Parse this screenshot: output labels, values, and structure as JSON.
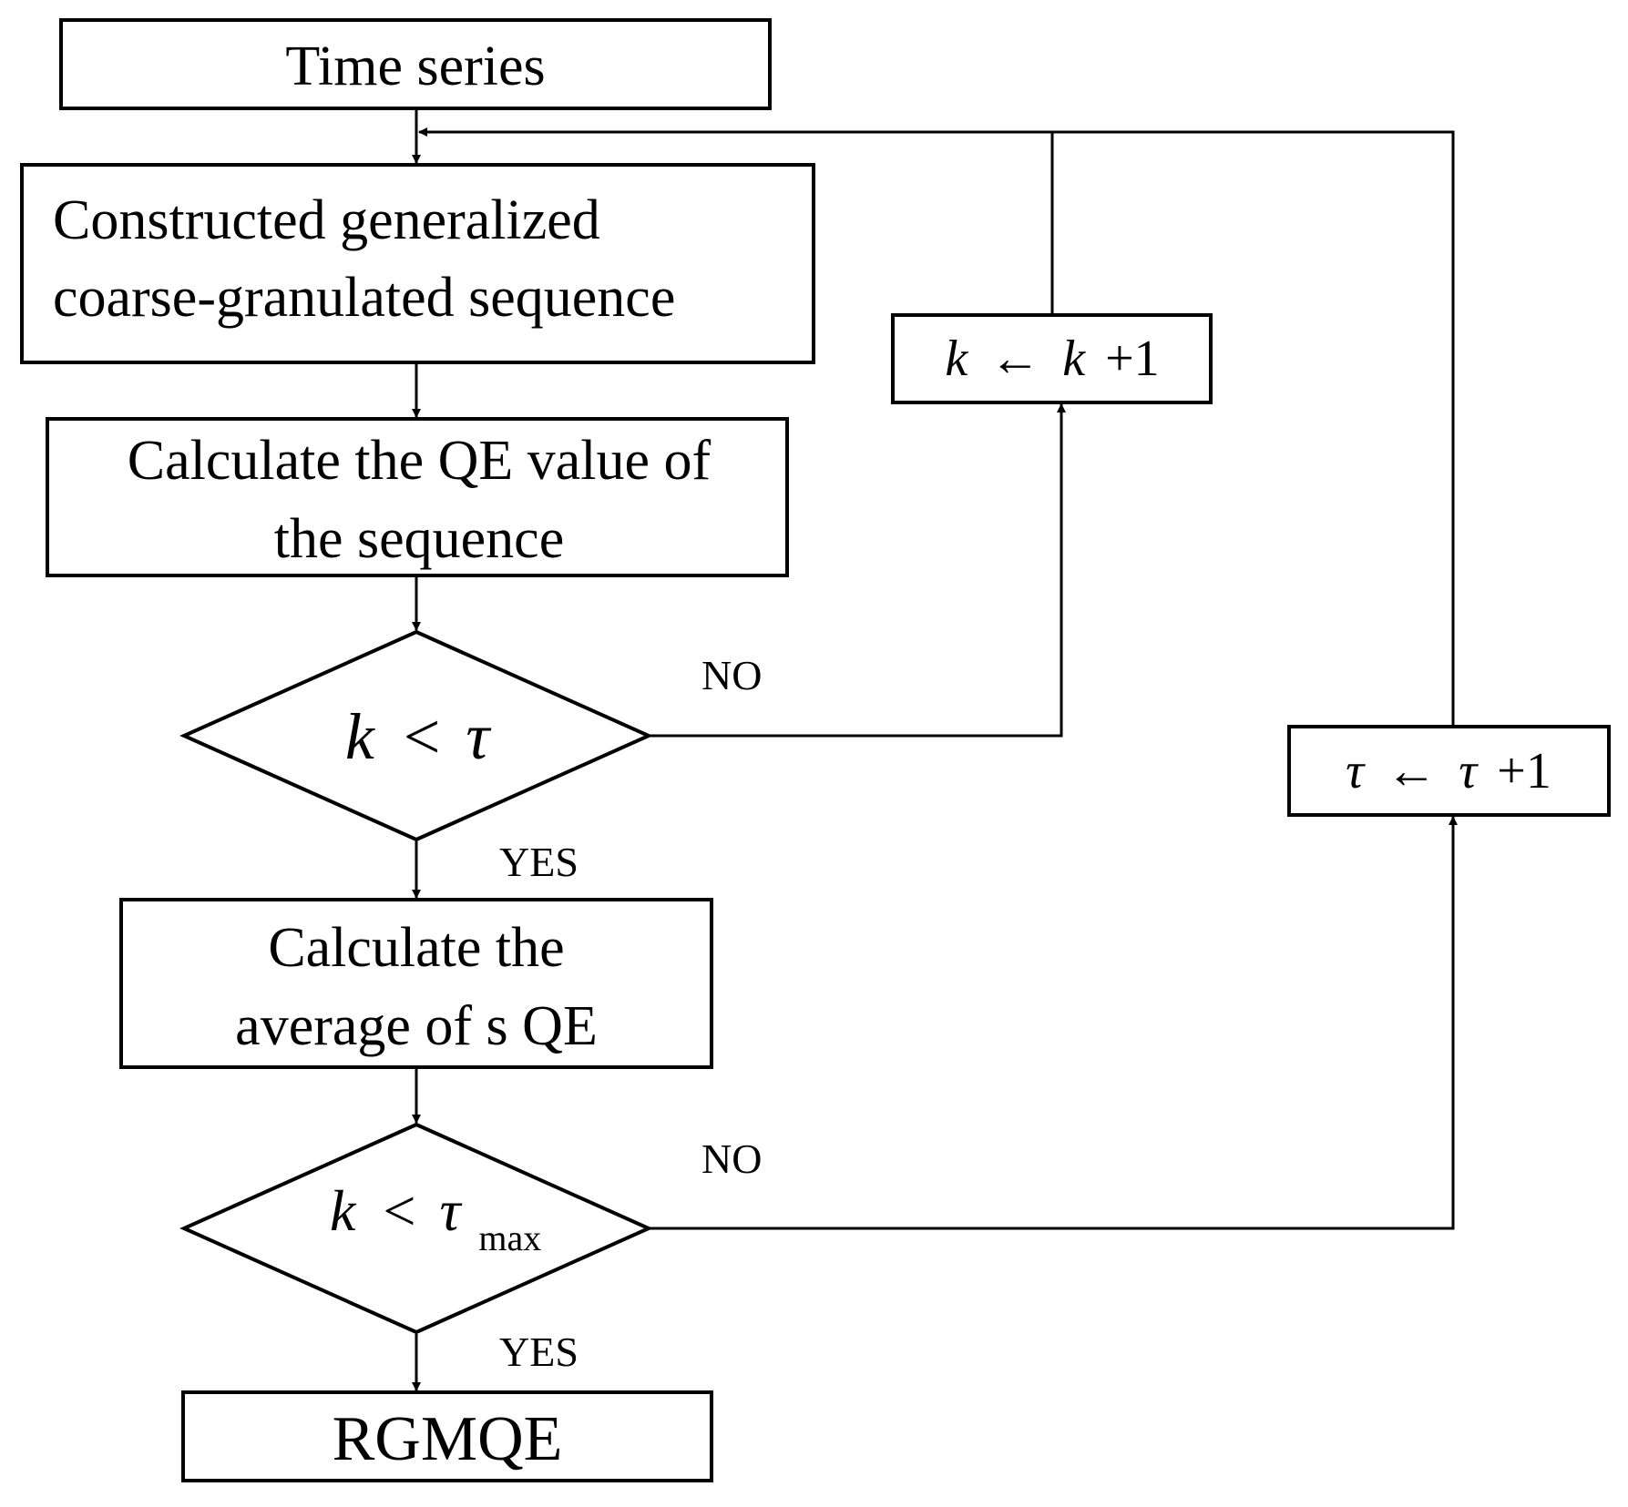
{
  "diagram": {
    "nodes": {
      "time_series": {
        "text": "Time series"
      },
      "construct": {
        "line1": "Constructed generalized",
        "line2": "coarse-granulated sequence"
      },
      "calc_qe": {
        "line1": "Calculate the QE value of",
        "line2": "the sequence"
      },
      "decision1": {
        "lhs": "k",
        "op": "<",
        "rhs": "τ"
      },
      "calc_avg": {
        "line1": "Calculate the",
        "line2": "average of s QE"
      },
      "decision2": {
        "lhs": "k",
        "op": "<",
        "rhs": "τ",
        "sub": "max"
      },
      "result": {
        "text": "RGMQE"
      },
      "k_update": {
        "lhs": "k",
        "arrow": "←",
        "rhs": "k",
        "plus": "+1"
      },
      "tau_update": {
        "lhs": "τ",
        "arrow": "←",
        "rhs": "τ",
        "plus": "+1"
      }
    },
    "edge_labels": {
      "d1_no": "NO",
      "d1_yes": "YES",
      "d2_no": "NO",
      "d2_yes": "YES"
    }
  }
}
